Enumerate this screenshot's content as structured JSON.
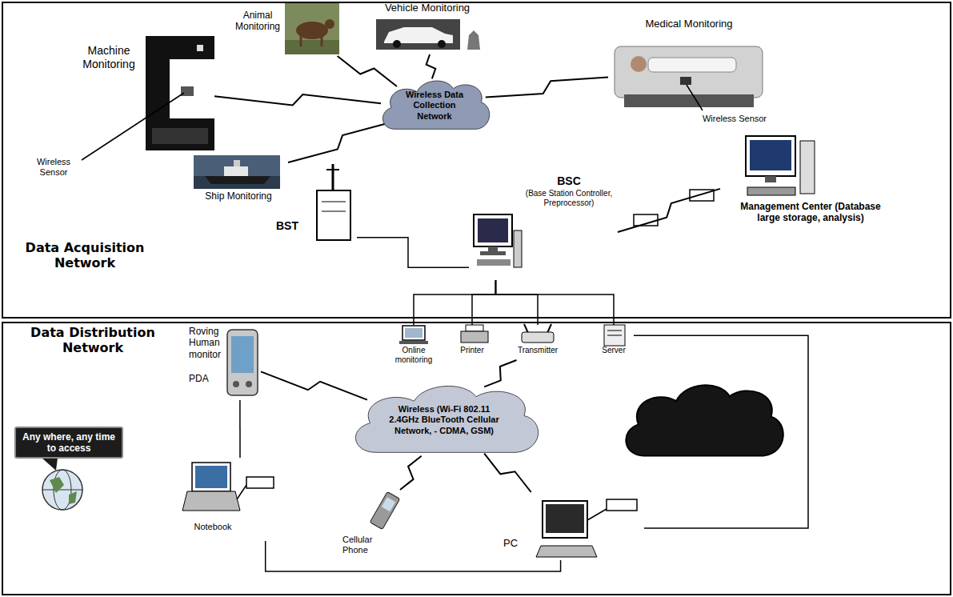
{
  "diagram": {
    "nodes": [
      {
        "text": [
          "Data Acquisition Network"
        ]
      },
      {
        "text": [
          "Machine Monitoring"
        ],
        "in": 0
      },
      {
        "text": [
          "Animal Monitoring"
        ],
        "in": 0
      },
      {
        "text": [
          "Vehicle Monitoring"
        ],
        "in": 0
      },
      {
        "text": [
          "Medical Monitoring"
        ],
        "in": 0
      },
      {
        "text": [
          "Wireless Data Collection Network"
        ],
        "in": 0
      },
      {
        "text": [
          "Ship Monitoring"
        ],
        "in": 0
      },
      {
        "text": [
          "BST"
        ],
        "in": 0
      },
      {
        "text": [
          "BSC",
          "(Base Station Controller, Preprocessor)"
        ],
        "in": 0
      },
      {
        "text": [
          "Management Center (Database large storage, analysis)"
        ],
        "in": 0
      },
      {
        "text": [
          "Data Distribution Network"
        ]
      },
      {
        "text": [
          "Online monitoring"
        ],
        "in": 10
      },
      {
        "text": [
          "Printer"
        ],
        "in": 10
      },
      {
        "text": [
          "Transmitter"
        ],
        "in": 10
      },
      {
        "text": [
          "Server"
        ],
        "in": 10
      },
      {
        "text": [
          "Roving Human monitor",
          "PDA"
        ],
        "in": 10
      },
      {
        "text": [
          "Wireless (Wi-Fi 802.11 2.4GHz BlueTooth Cellular Network, - CDMA, GSM)"
        ],
        "in": 10
      },
      {
        "text": [
          "Any where, any time to access"
        ],
        "in": 10
      },
      {
        "text": [
          "Notebook"
        ],
        "in": 10
      },
      {
        "text": [
          "Cellular Phone"
        ],
        "in": 10
      },
      {
        "text": [
          "PC"
        ],
        "in": 10
      }
    ],
    "edges": [
      {
        "from": 1,
        "to": 5,
        "arrow": "none"
      },
      {
        "from": 2,
        "to": 5,
        "arrow": "none"
      },
      {
        "from": 3,
        "to": 5,
        "arrow": "none"
      },
      {
        "from": 4,
        "to": 5,
        "arrow": "none"
      },
      {
        "from": 6,
        "to": 5,
        "arrow": "none"
      },
      {
        "from": 7,
        "to": 8,
        "arrow": "none"
      },
      {
        "from": 8,
        "to": 9,
        "arrow": "none"
      },
      {
        "from": 8,
        "to": 11,
        "arrow": "none"
      },
      {
        "from": 8,
        "to": 12,
        "arrow": "none"
      },
      {
        "from": 8,
        "to": 13,
        "arrow": "none"
      },
      {
        "from": 8,
        "to": 14,
        "arrow": "none"
      },
      {
        "from": 15,
        "to": 16,
        "arrow": "none"
      },
      {
        "from": 13,
        "to": 16,
        "arrow": "none"
      },
      {
        "from": 16,
        "to": 19,
        "arrow": "none"
      },
      {
        "from": 16,
        "to": 20,
        "arrow": "none"
      },
      {
        "from": 15,
        "to": 18,
        "arrow": "none"
      },
      {
        "from": 18,
        "to": 20,
        "arrow": "none"
      },
      {
        "from": 14,
        "to": 20,
        "arrow": "none"
      }
    ],
    "labels": [
      "Wireless Sensor",
      "Wireless Sensor"
    ]
  }
}
